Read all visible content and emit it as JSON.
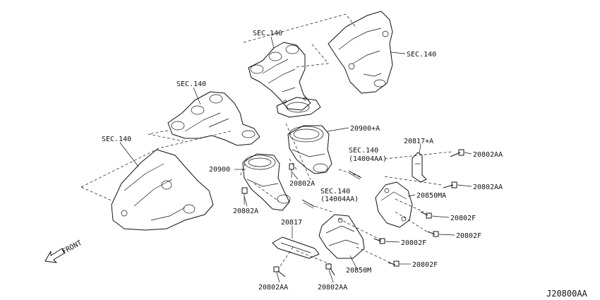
{
  "diagram_code": "J20800AA",
  "front_label": "FRONT",
  "callouts": {
    "sec140_upper_manifold": "SEC.140",
    "sec140_upper_cover": "SEC.140",
    "sec140_lower_manifold": "SEC.140",
    "sec140_lower_cover": "SEC.140",
    "sec140_stud_upper": "SEC.140",
    "sec140_stud_upper_sub": "(14004AA)",
    "sec140_stud_lower": "SEC.140",
    "sec140_stud_lower_sub": "(14004AA)",
    "p20900a": "20900+A",
    "p20900": "20900",
    "p20802a_upper": "20802A",
    "p20802a_lower": "20802A",
    "p20817a": "20817+A",
    "p20802aa_right_top": "20802AA",
    "p20802aa_right_mid": "20802AA",
    "p20850ma": "20850MA",
    "p20802f_1": "20802F",
    "p20802f_2": "20802F",
    "p20802f_3": "20802F",
    "p20802f_4": "20802F",
    "p20817": "20817",
    "p20850m": "20850M",
    "p20802aa_bottom_left": "20802AA",
    "p20802aa_bottom_right": "20802AA"
  }
}
